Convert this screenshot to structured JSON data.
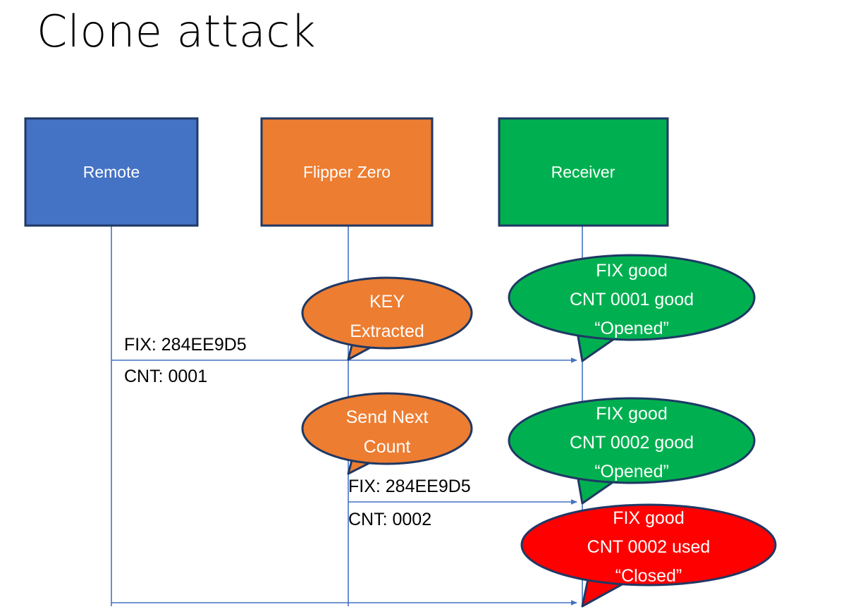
{
  "slide": {
    "title": "Clone attack",
    "background": "#FFFFFF"
  },
  "palette": {
    "blue": "#4472C4",
    "orange": "#ED7D31",
    "green": "#00B050",
    "red": "#FF0000",
    "outline": "#1F3864",
    "lifeline": "#4472C4",
    "arrow": "#4472C4",
    "text_on_fill": "#FFFFFF",
    "text_dark": "#000000"
  },
  "actors": [
    {
      "id": "remote",
      "label": "Remote",
      "color": "#4472C4"
    },
    {
      "id": "flipper",
      "label": "Flipper Zero",
      "color": "#ED7D31"
    },
    {
      "id": "receiver",
      "label": "Receiver",
      "color": "#00B050"
    }
  ],
  "messages": [
    {
      "id": "msg-1",
      "from": "remote",
      "to": "receiver",
      "line1": "FIX: 284EE9D5",
      "line2": "CNT: 0001"
    },
    {
      "id": "msg-2",
      "from": "flipper",
      "to": "receiver",
      "line1": "FIX: 284EE9D5",
      "line2": "CNT: 0002"
    },
    {
      "id": "msg-3",
      "from": "remote",
      "to": "receiver",
      "line1": "",
      "line2": ""
    }
  ],
  "callouts": [
    {
      "id": "key-extracted",
      "owner": "flipper",
      "color": "#ED7D31",
      "lines": [
        "KEY",
        "Extracted"
      ]
    },
    {
      "id": "cnt-0001-good",
      "owner": "receiver",
      "color": "#00B050",
      "lines": [
        "FIX good",
        "CNT 0001 good",
        "“Opened”"
      ]
    },
    {
      "id": "send-next-count",
      "owner": "flipper",
      "color": "#ED7D31",
      "lines": [
        "Send Next",
        "Count"
      ]
    },
    {
      "id": "cnt-0002-good",
      "owner": "receiver",
      "color": "#00B050",
      "lines": [
        "FIX good",
        "CNT 0002 good",
        "“Opened”"
      ]
    },
    {
      "id": "cnt-0002-used",
      "owner": "receiver",
      "color": "#FF0000",
      "lines": [
        "FIX good",
        "CNT 0002 used",
        "“Closed”"
      ]
    }
  ]
}
